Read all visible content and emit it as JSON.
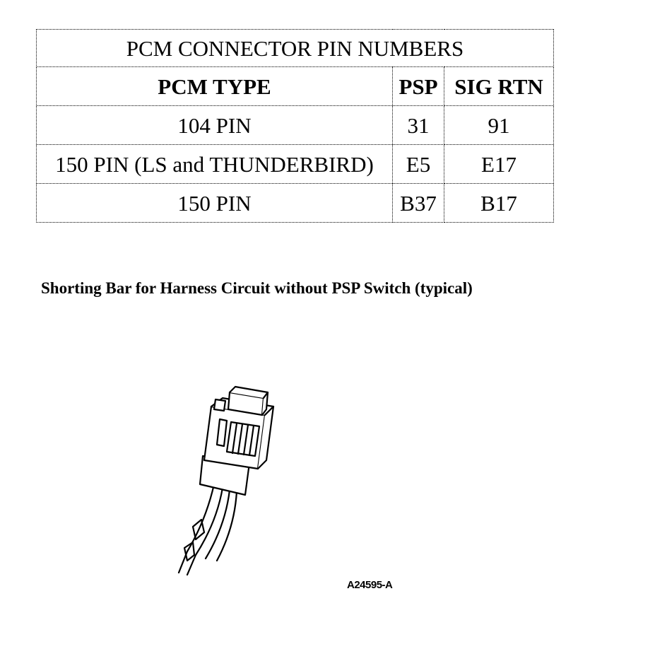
{
  "table": {
    "title": "PCM CONNECTOR PIN NUMBERS",
    "headers": [
      "PCM TYPE",
      "PSP",
      "SIG RTN"
    ],
    "rows": [
      [
        "104 PIN",
        "31",
        "91"
      ],
      [
        "150 PIN (LS and THUNDERBIRD)",
        "E5",
        "E17"
      ],
      [
        "150 PIN",
        "B37",
        "B17"
      ]
    ]
  },
  "caption": "Shorting Bar for Harness Circuit without PSP Switch (typical)",
  "figure": {
    "icon": "shorting-bar-connector-illustration",
    "code": "A24595-A"
  }
}
